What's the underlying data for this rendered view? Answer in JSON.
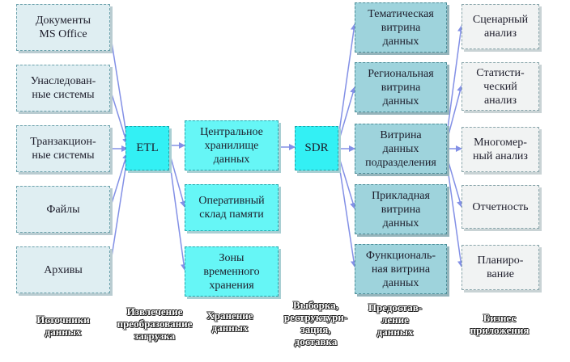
{
  "sources": [
    "Документы\nMS Office",
    "Унаследован-\nные системы",
    "Транзакцион-\nные системы",
    "Файлы",
    "Архивы"
  ],
  "etl": "ETL",
  "storage": [
    "Центральное\nхранилище\nданных",
    "Оперативный\nсклад памяти",
    "Зоны\nвременного\nхранения"
  ],
  "sdr": "SDR",
  "marts": [
    "Тематическая\nвитрина\nданных",
    "Региональная\nвитрина\nданных",
    "Витрина\nданных\nподразделения",
    "Прикладная\nвитрина\nданных",
    "Функциональ-\nная витрина\nданных"
  ],
  "business": [
    "Сценарный\nанализ",
    "Статисти-\nческий\nанализ",
    "Многомер-\nный анализ",
    "Отчетность",
    "Планиро-\nвание"
  ],
  "captions": [
    "Источники\nданных",
    "Извлечение\nпреобразование\nзагрузка",
    "Хранение\nданных",
    "Выборка,\nреструктури-\nзация,\nдоставка",
    "Предостав-\nление\nданных",
    "Бизнес\nприложения"
  ],
  "colors": {
    "arrow": "#8390e6",
    "source_fill": "#dfeef2",
    "etl_fill": "#33f0f4",
    "storage_fill": "#66f6f6",
    "mart_fill": "#9ed3dc",
    "business_fill": "#f1f3f3"
  }
}
